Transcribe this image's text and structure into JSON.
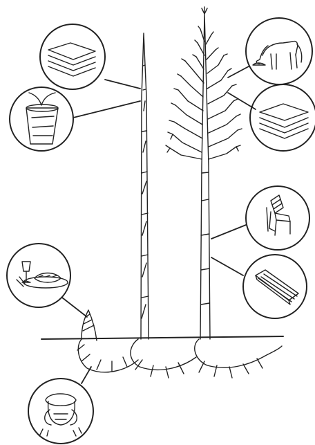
{
  "diagram": {
    "icons": [
      {
        "id": "sheets-top-left",
        "icon": "layered-sheets-icon"
      },
      {
        "id": "seedling-pot",
        "icon": "potted-seedling-icon"
      },
      {
        "id": "food-plate",
        "icon": "plate-and-glass-icon"
      },
      {
        "id": "root-cross-section",
        "icon": "rhizome-section-icon"
      },
      {
        "id": "animal-feed",
        "icon": "grazing-horse-icon"
      },
      {
        "id": "sheets-right",
        "icon": "layered-sheets-icon"
      },
      {
        "id": "chair",
        "icon": "bamboo-chair-icon"
      },
      {
        "id": "planks",
        "icon": "bamboo-planks-icon"
      }
    ]
  }
}
